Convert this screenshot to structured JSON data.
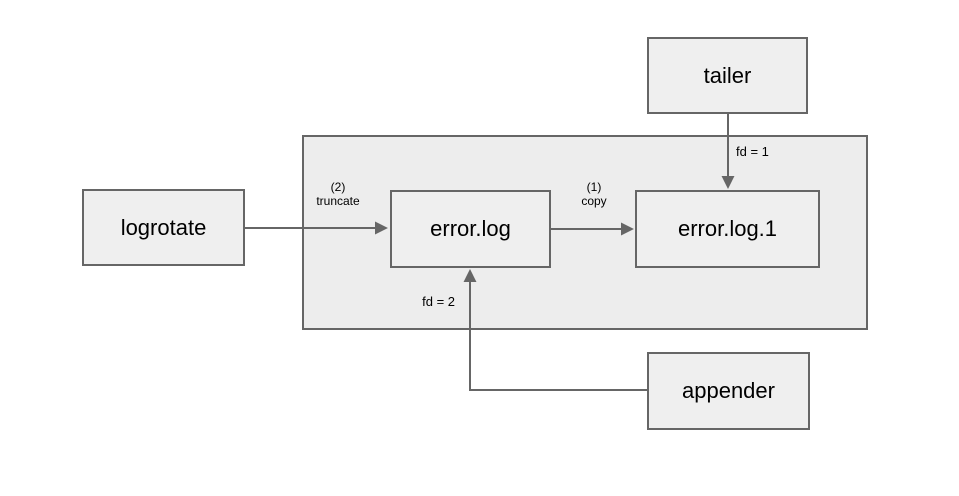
{
  "diagram": {
    "nodes": {
      "logrotate": {
        "label": "logrotate",
        "type": "process"
      },
      "tailer": {
        "label": "tailer",
        "type": "process"
      },
      "error_log": {
        "label": "error.log",
        "type": "file"
      },
      "error_log_1": {
        "label": "error.log.1",
        "type": "file"
      },
      "appender": {
        "label": "appender",
        "type": "process"
      }
    },
    "edges": {
      "truncate": {
        "from": "logrotate",
        "to": "error.log",
        "step": "(2)",
        "label": "truncate"
      },
      "copy": {
        "from": "error.log",
        "to": "error.log.1",
        "step": "(1)",
        "label": "copy"
      },
      "fd1": {
        "from": "tailer",
        "to": "error.log.1",
        "label": "fd = 1"
      },
      "fd2": {
        "from": "appender",
        "to": "error.log",
        "label": "fd = 2"
      }
    },
    "colors": {
      "box_fill": "#efefef",
      "container_fill": "#ededed",
      "border": "#666666",
      "arrow": "#666666",
      "text": "#000000",
      "background": "#ffffff"
    }
  }
}
